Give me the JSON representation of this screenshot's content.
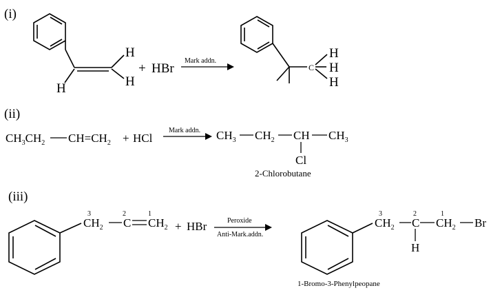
{
  "reactions": [
    {
      "label": "(i)",
      "reactant_atoms": {
        "h_top": "H",
        "h_bottom_right": "H",
        "h_bottom_left": "H"
      },
      "plus_reagent": "+",
      "reagent": "HBr",
      "arrow_label": "Mark addn.",
      "product_atoms": {
        "c": "C",
        "h1": "H",
        "h2": "H",
        "h3": "H"
      }
    },
    {
      "label": "(ii)",
      "reactant_parts": {
        "ch3": "CH",
        "sub3": "3",
        "ch2": "CH",
        "sub2": "2",
        "ch_eq": "CH=CH",
        "sub2b": "2"
      },
      "plus_reagent": "+",
      "reagent": "HCl",
      "arrow_label": "Mark addn.",
      "product_parts": {
        "ch3a": "CH",
        "sub3a": "3",
        "ch2": "CH",
        "sub2": "2",
        "ch": "CH",
        "ch3b": "CH",
        "sub3b": "3",
        "cl": "Cl"
      },
      "product_name": "2-Chlorobutane"
    },
    {
      "label": "(iii)",
      "reactant_parts": {
        "n3": "3",
        "n2": "2",
        "n1": "1",
        "ch2a": "CH",
        "sub2a": "2",
        "c": "C",
        "ch2b": "CH",
        "sub2b": "2"
      },
      "plus_reagent": "+",
      "reagent": "HBr",
      "arrow_label_top": "Peroxide",
      "arrow_label_bottom": "Anti-Mark.addn.",
      "product_parts": {
        "n3": "3",
        "n2": "2",
        "n1": "1",
        "ch2a": "CH",
        "sub2a": "2",
        "c": "C",
        "ch2b": "CH",
        "sub2b": "2",
        "br": "Br",
        "h": "H"
      },
      "product_name": "1-Bromo-3-Phenylpeopane"
    }
  ]
}
